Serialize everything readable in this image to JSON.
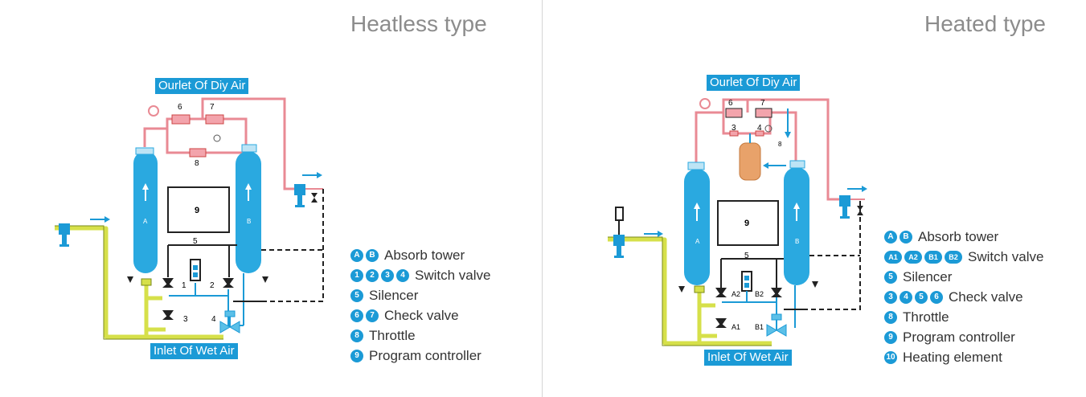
{
  "left": {
    "title": "Heatless type",
    "outlet_label": "Ourlet Of Diy Air",
    "inlet_label": "Inlet Of Wet Air",
    "diagram_labels": {
      "tower_a": "A",
      "tower_b": "B",
      "controller": "9",
      "silencer": "5",
      "v1": "1",
      "v2": "2",
      "v3": "3",
      "v4": "4",
      "cv6": "6",
      "cv7": "7",
      "throttle": "8"
    },
    "legend": [
      {
        "badges": [
          "A",
          "B"
        ],
        "text": "Absorb tower"
      },
      {
        "badges": [
          "1",
          "2",
          "3",
          "4"
        ],
        "text": "Switch valve"
      },
      {
        "badges": [
          "5"
        ],
        "text": "Silencer"
      },
      {
        "badges": [
          "6",
          "7"
        ],
        "text": "Check valve"
      },
      {
        "badges": [
          "8"
        ],
        "text": "Throttle"
      },
      {
        "badges": [
          "9"
        ],
        "text": "Program controller"
      }
    ]
  },
  "right": {
    "title": "Heated type",
    "outlet_label": "Ourlet Of Diy Air",
    "inlet_label": "Inlet Of Wet Air",
    "diagram_labels": {
      "tower_a": "A",
      "tower_b": "B",
      "controller": "9",
      "silencer": "5",
      "a1": "A1",
      "a2": "A2",
      "b1": "B1",
      "b2": "B2",
      "cv3": "3",
      "cv4": "4",
      "cv6": "6",
      "cv7": "7",
      "throttle": "8"
    },
    "legend": [
      {
        "badges": [
          "A",
          "B"
        ],
        "text": "Absorb tower"
      },
      {
        "badges": [
          "A1",
          "A2",
          "B1",
          "B2"
        ],
        "text": "Switch valve"
      },
      {
        "badges": [
          "5"
        ],
        "text": "Silencer"
      },
      {
        "badges": [
          "3",
          "4",
          "5",
          "6"
        ],
        "text": "Check valve"
      },
      {
        "badges": [
          "8"
        ],
        "text": "Throttle"
      },
      {
        "badges": [
          "9"
        ],
        "text": "Program controller"
      },
      {
        "badges": [
          "10"
        ],
        "text": "Heating element"
      }
    ]
  },
  "colors": {
    "accent": "#1b9ad6",
    "tower": "#2aa9e0",
    "pink": "#e98a94",
    "yellow": "#d6e04a",
    "title": "#8c8c8c"
  }
}
